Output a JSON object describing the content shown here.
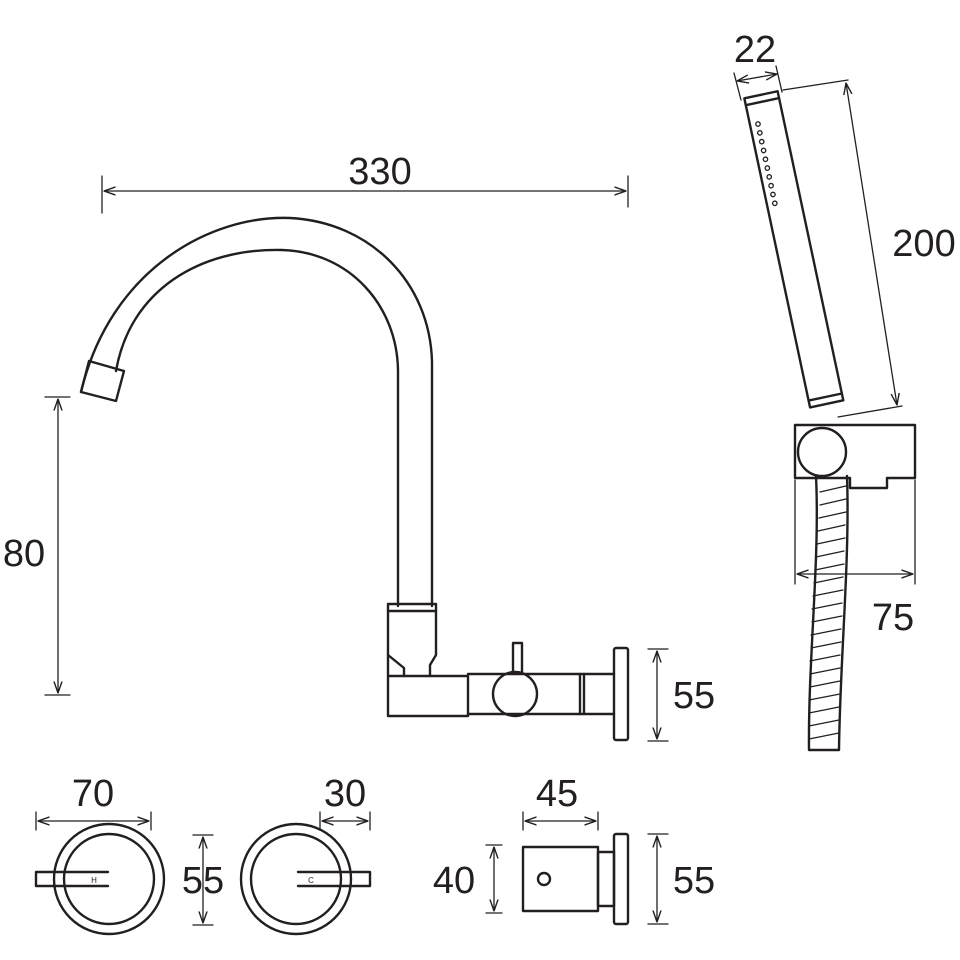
{
  "dimensions": {
    "spout_width": "330",
    "spout_height": "80",
    "body_height": "55",
    "handshower_diameter": "22",
    "handshower_length": "200",
    "bracket_width": "75",
    "hot_handle_width": "70",
    "hot_handle_height": "55",
    "cold_handle_width": "30",
    "side_view_width": "45",
    "side_view_inner_height": "40",
    "side_view_plate_height": "55"
  },
  "handle_marks": {
    "hot": "H",
    "cold": "C"
  }
}
